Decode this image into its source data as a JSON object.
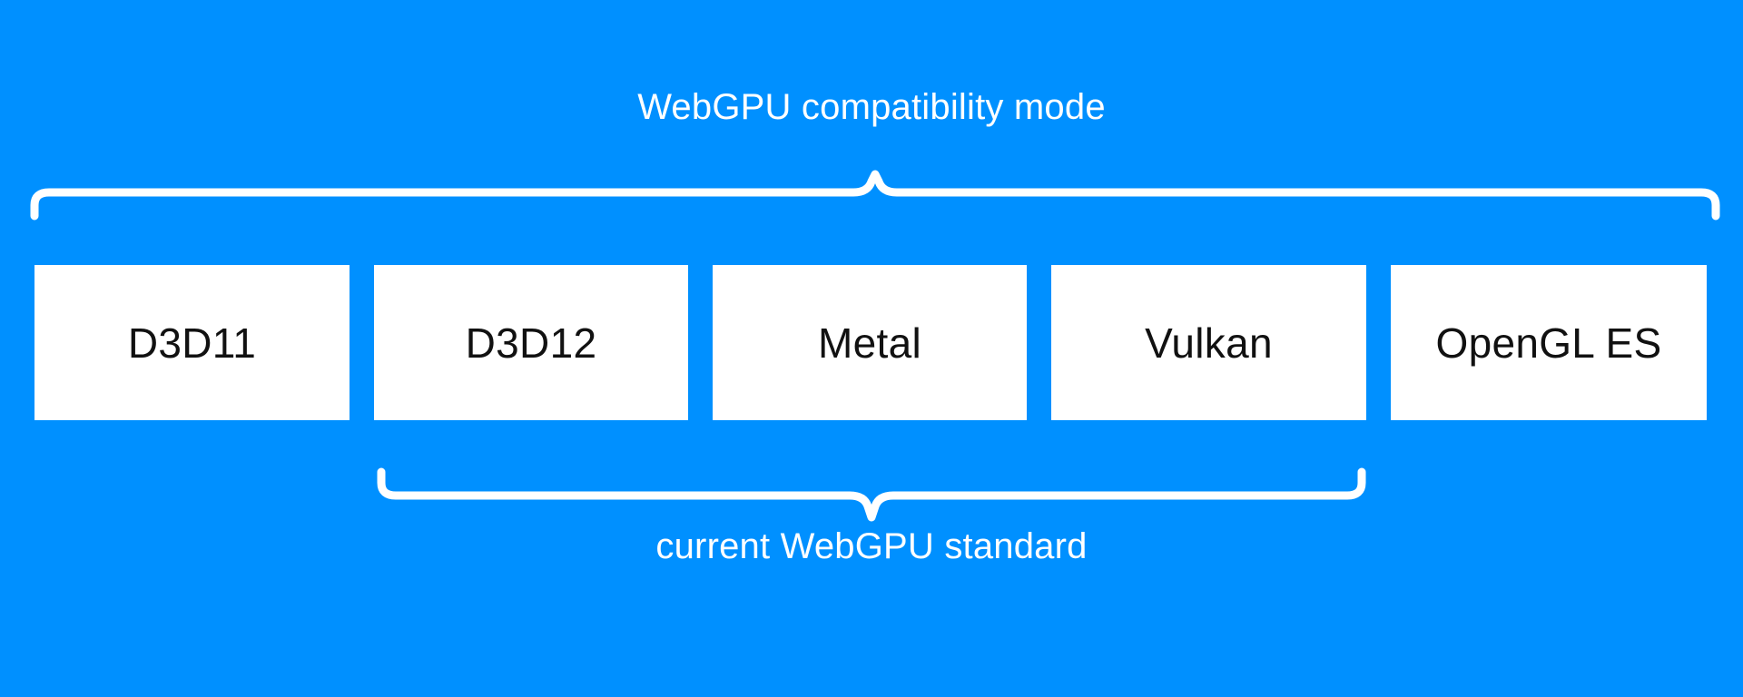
{
  "diagram": {
    "background_color": "#0090ff",
    "box_fill_color": "#ffffff",
    "box_text_color": "#111111",
    "caption_color": "#ffffff",
    "top_caption": "WebGPU compatibility mode",
    "bottom_caption": "current WebGPU standard",
    "apis": [
      {
        "label": "D3D11"
      },
      {
        "label": "D3D12"
      },
      {
        "label": "Metal"
      },
      {
        "label": "Vulkan"
      },
      {
        "label": "OpenGL ES"
      }
    ],
    "top_brace": {
      "name": "curly-brace-up-icon",
      "covers": [
        "D3D11",
        "D3D12",
        "Metal",
        "Vulkan",
        "OpenGL ES"
      ]
    },
    "bottom_brace": {
      "name": "curly-brace-down-icon",
      "covers": [
        "D3D12",
        "Metal",
        "Vulkan"
      ]
    }
  }
}
